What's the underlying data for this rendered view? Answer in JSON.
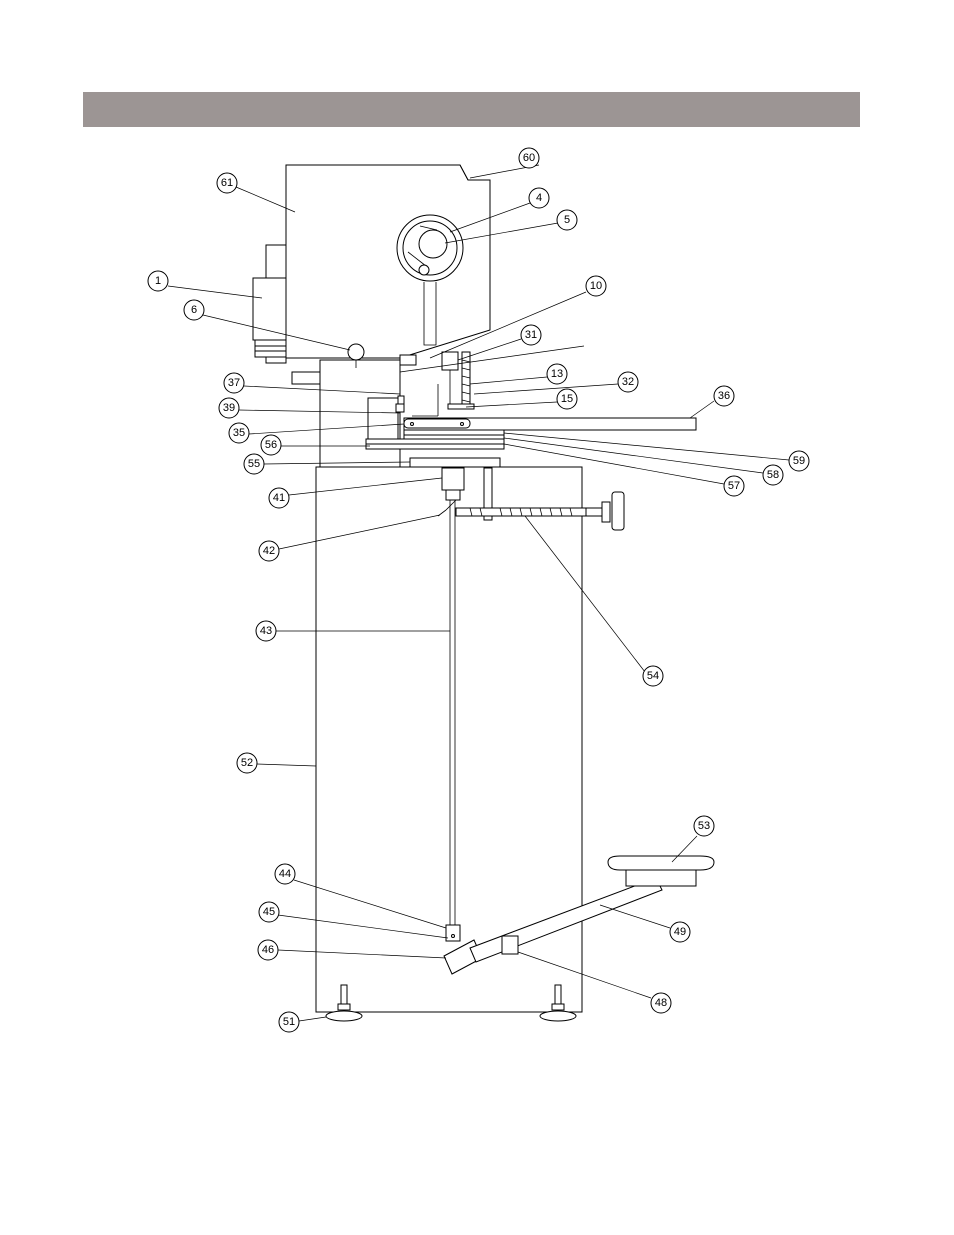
{
  "colors": {
    "header_bar": "#9c9594",
    "line": "#000000",
    "background": "#ffffff"
  },
  "callouts": {
    "c1": "1",
    "c4": "4",
    "c5": "5",
    "c6": "6",
    "c10": "10",
    "c13": "13",
    "c15": "15",
    "c31": "31",
    "c32": "32",
    "c35": "35",
    "c36": "36",
    "c37": "37",
    "c39": "39",
    "c41": "41",
    "c42": "42",
    "c43": "43",
    "c44": "44",
    "c45": "45",
    "c46": "46",
    "c48": "48",
    "c49": "49",
    "c51": "51",
    "c52": "52",
    "c53": "53",
    "c54": "54",
    "c55": "55",
    "c56": "56",
    "c57": "57",
    "c58": "58",
    "c59": "59",
    "c60": "60",
    "c61": "61"
  }
}
